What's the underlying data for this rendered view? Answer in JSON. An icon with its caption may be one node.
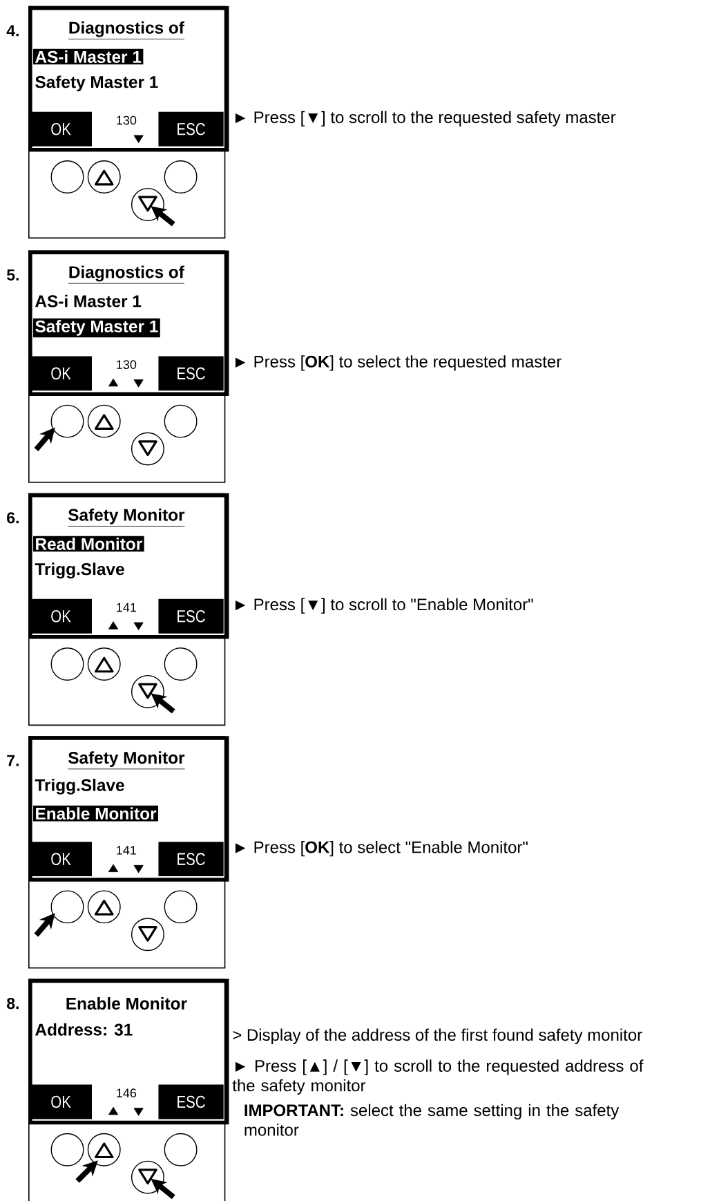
{
  "diagram": {
    "nodes": [
      {
        "text": [],
        "shape": "box"
      },
      {
        "text": [
          "Diagnostics of",
          "AS-i Master 1",
          "Safety Master 1",
          "130"
        ],
        "in": 0
      },
      {
        "text": [
          "OK"
        ],
        "in": 1
      },
      {
        "text": [
          "ESC"
        ],
        "in": 1
      },
      {
        "text": [],
        "shape": "circle",
        "in": 0
      },
      {
        "text": [],
        "shape": "circle",
        "in": 0
      },
      {
        "text": [],
        "shape": "circle",
        "in": 0
      },
      {
        "text": [],
        "shape": "circle",
        "in": 0
      },
      {
        "text": [],
        "shape": "box"
      },
      {
        "text": [
          "Diagnostics of",
          "AS-i Master 1",
          "Safety Master 1",
          "130"
        ],
        "in": 8
      },
      {
        "text": [
          "OK"
        ],
        "in": 9
      },
      {
        "text": [
          "ESC"
        ],
        "in": 9
      },
      {
        "text": [],
        "shape": "circle",
        "in": 8
      },
      {
        "text": [],
        "shape": "circle",
        "in": 8
      },
      {
        "text": [],
        "shape": "circle",
        "in": 8
      },
      {
        "text": [],
        "shape": "circle",
        "in": 8
      },
      {
        "text": [],
        "shape": "box"
      },
      {
        "text": [
          "Safety Monitor",
          "Read Monitor",
          "Trigg.Slave",
          "141"
        ],
        "in": 16
      },
      {
        "text": [
          "OK"
        ],
        "in": 17
      },
      {
        "text": [
          "ESC"
        ],
        "in": 17
      },
      {
        "text": [],
        "shape": "circle",
        "in": 16
      },
      {
        "text": [],
        "shape": "circle",
        "in": 16
      },
      {
        "text": [],
        "shape": "circle",
        "in": 16
      },
      {
        "text": [],
        "shape": "circle",
        "in": 16
      },
      {
        "text": [],
        "shape": "box"
      },
      {
        "text": [
          "Safety Monitor",
          "Trigg.Slave",
          "Enable Monitor",
          "141"
        ],
        "in": 24
      },
      {
        "text": [
          "OK"
        ],
        "in": 25
      },
      {
        "text": [
          "ESC"
        ],
        "in": 25
      },
      {
        "text": [],
        "shape": "circle",
        "in": 24
      },
      {
        "text": [],
        "shape": "circle",
        "in": 24
      },
      {
        "text": [],
        "shape": "circle",
        "in": 24
      },
      {
        "text": [],
        "shape": "circle",
        "in": 24
      },
      {
        "text": [],
        "shape": "box"
      },
      {
        "text": [
          "Enable Monitor",
          "Address: 31",
          "146"
        ],
        "in": 32
      },
      {
        "text": [
          "OK"
        ],
        "in": 33
      },
      {
        "text": [
          "ESC"
        ],
        "in": 33
      },
      {
        "text": [],
        "shape": "circle",
        "in": 32
      },
      {
        "text": [],
        "shape": "circle",
        "in": 32
      },
      {
        "text": [],
        "shape": "circle",
        "in": 32
      },
      {
        "text": [],
        "shape": "circle",
        "in": 32
      }
    ],
    "labels": [
      "4.",
      "► Press [▼] to scroll to the requested safety master",
      "5.",
      "► Press [**OK**] to select the requested master",
      "6.",
      "► Press [▼] to scroll to \"Enable Monitor\"",
      "7.",
      "► Press [**OK**] to select \"Enable Monitor\"",
      "8.",
      "> Display of the address of the first found safety monitor",
      "► Press [▲] / [▼] to scroll to the requested address of the safety monitor",
      "**IMPORTANT:** select the same setting in the safety monitor"
    ]
  }
}
